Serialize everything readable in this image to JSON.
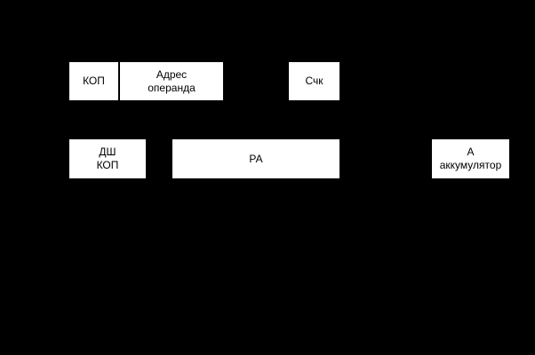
{
  "colors": {
    "background": "#000000",
    "box_fill": "#ffffff",
    "box_text": "#000000",
    "divider": "#000000"
  },
  "diagram": {
    "instruction_word": {
      "opcode": {
        "label": "КОП"
      },
      "operand_address": {
        "label": "Адрес\nоперанда"
      }
    },
    "instruction_counter": {
      "label": "Счк"
    },
    "opcode_decoder": {
      "label": "ДШ\nКОП"
    },
    "address_register": {
      "label": "РА"
    },
    "accumulator": {
      "label": "А\nаккумулятор"
    }
  }
}
